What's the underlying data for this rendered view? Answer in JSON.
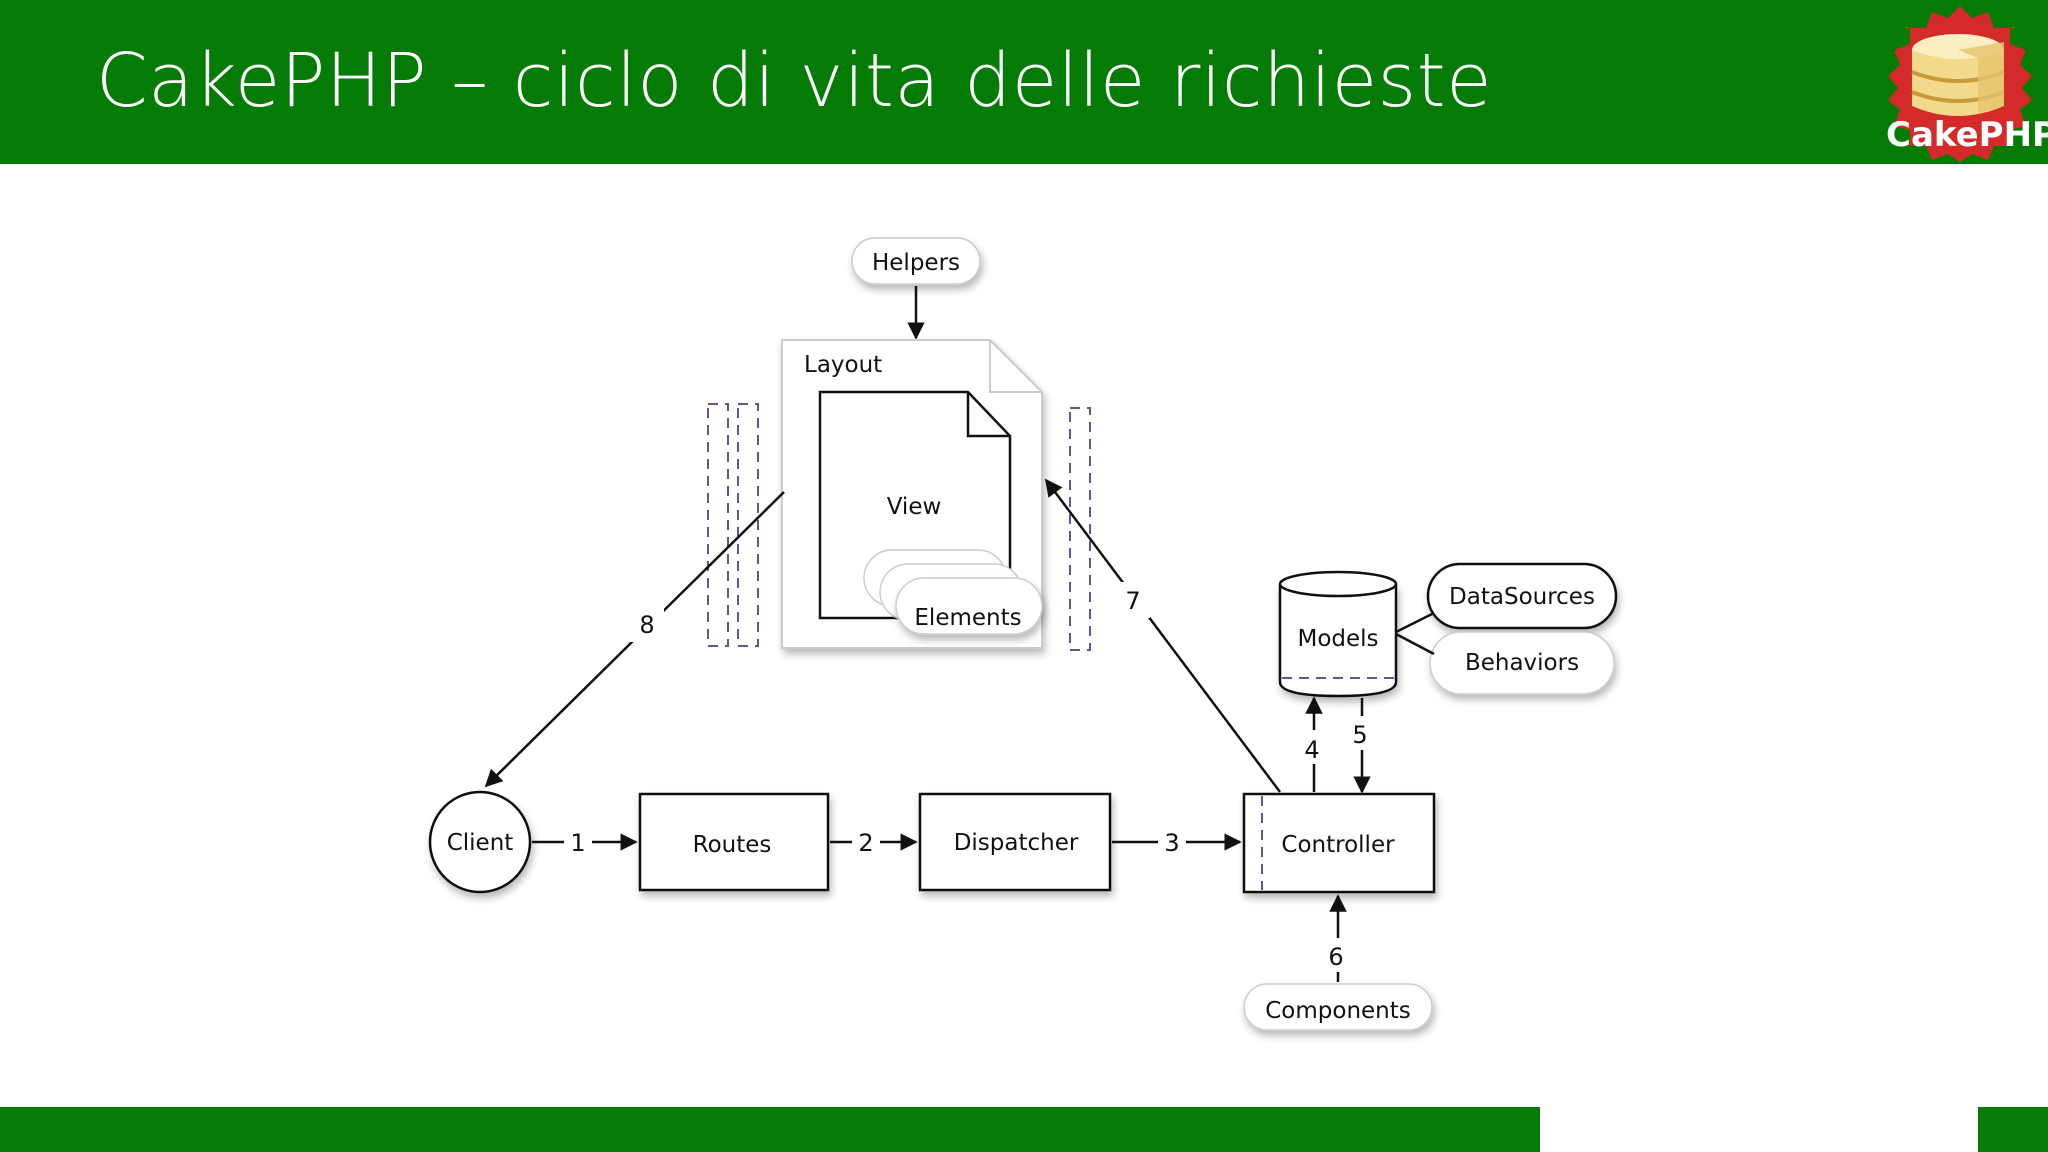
{
  "slide": {
    "title": "CakePHP – ciclo di vita delle richieste",
    "logo_text": "CakePHP"
  },
  "colors": {
    "header": "#047b04",
    "footer": "#047b04",
    "logo_red": "#d42a2a",
    "logo_cake": "#f3d98c"
  },
  "diagram": {
    "nodes": {
      "helpers": "Helpers",
      "layout": "Layout",
      "view": "View",
      "elements": "Elements",
      "models": "Models",
      "datasources": "DataSources",
      "behaviors": "Behaviors",
      "client": "Client",
      "routes": "Routes",
      "dispatcher": "Dispatcher",
      "controller": "Controller",
      "components": "Components"
    },
    "steps": [
      "1",
      "2",
      "3",
      "4",
      "5",
      "6",
      "7",
      "8"
    ]
  }
}
